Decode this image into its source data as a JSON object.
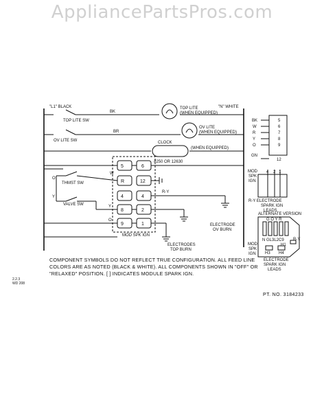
{
  "watermark": "AppliancePartsPros.com",
  "title": "WIRING DIAGRAM",
  "labels": {
    "l1_black": "\"L1\" BLACK",
    "n_white": "\"N\" WHITE",
    "top_lite": "TOP LITE",
    "when_equipped_1": "(WHEN EQUIPPED)",
    "ov_lite": "OV LITE",
    "when_equipped_2": "(WHEN EQUIPPED)",
    "clock": "CLOCK",
    "when_equipped_3": "(WHEN EQUIPPED)",
    "clock_part": "#250 OR 12630",
    "top_lite_sw": "TOP LITE SW",
    "ov_lite_sw": "OV LITE SW",
    "thmst_sw": "THMST SW",
    "valve_sw": "VALVE SW",
    "bk": "BK",
    "br": "BR",
    "w": "W",
    "y": "Y",
    "o": "O",
    "ry": "R-Y",
    "electrodes_top_burn_1": "ELECTRODES",
    "electrodes_top_burn_2": "TOP BURN",
    "electrode_ov_burn_1": "ELECTRODE",
    "electrode_ov_burn_2": "OV BURN",
    "mod_spk_ign": "MOD SPK IGN",
    "mod_1": "MOD",
    "spk_1": "SPK",
    "ign_1": "IGN",
    "mod_2": "MOD",
    "spk_2": "SPK",
    "ign_2": "IGN",
    "ry_electrode_1": "R-Y  ELECTRODE",
    "ry_electrode_2": "SPARK IGN",
    "ry_electrode_3": "LEADS",
    "alternate_version": "ALTERNATE VERSION",
    "alt_row": "N GL3L2C9",
    "alt_ry": "R-Y",
    "h1": "H1",
    "h3": "H3",
    "h4": "H4",
    "alt_electrode_1": "ELECTRODE",
    "alt_electrode_2": "SPARK IGN",
    "alt_electrode_3": "LEADS",
    "alt_top_letters": "G O Y R",
    "side_note_1": "2.2.3",
    "side_note_2": "WD 208",
    "part_number": "PT. NO. 3184233"
  },
  "terminals": {
    "left_col": [
      "5",
      "R",
      "4",
      "8",
      "9"
    ],
    "right_col": [
      "6",
      "12",
      "4",
      "2",
      "1"
    ]
  },
  "connector_colors": [
    "BK",
    "W",
    "R",
    "Y",
    "O",
    "GN"
  ],
  "connector_numbers": [
    "5",
    "6",
    "7",
    "8",
    "9",
    "12"
  ],
  "mod_pins": [
    "4",
    "2",
    "1"
  ],
  "note": "COMPONENT SYMBOLS DO NOT REFLECT TRUE CONFIGURATION.  ALL FEED LINE COLORS ARE AS NOTED (BLACK & WHITE).  ALL COMPONENTS SHOWN IN \"OFF\" OR \"RELAXED\" POSITION.  [  ] INDICATES MODULE SPARK IGN."
}
